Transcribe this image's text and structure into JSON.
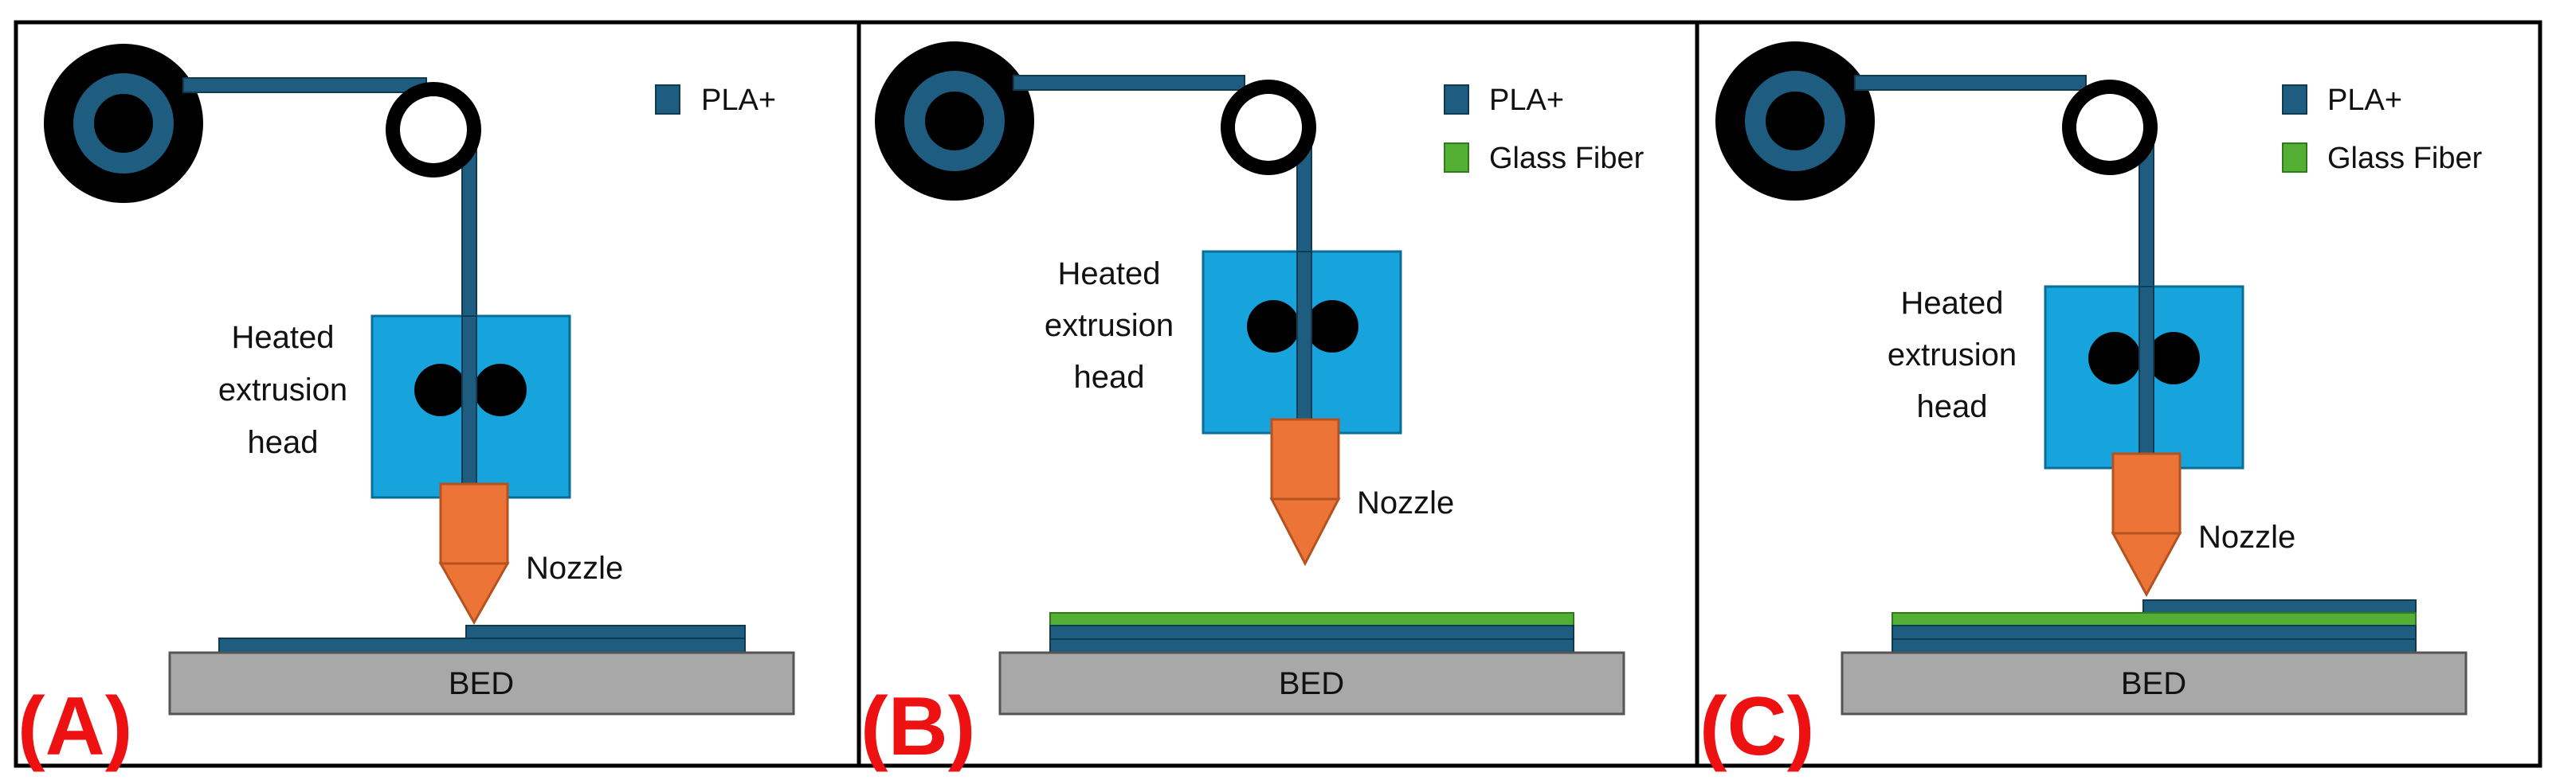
{
  "colors": {
    "pla": "#1f5d80",
    "glass": "#54b034",
    "head": "#17a3dc",
    "nozzle": "#ec7436",
    "spool": "#000000",
    "bed": "#a8a8a8",
    "frame": "#000000",
    "tag": "#ee1111"
  },
  "panels": [
    {
      "tag": "(A)",
      "legend": [
        {
          "label": "PLA+",
          "color": "#1f5d80"
        }
      ],
      "head_label": [
        "Heated",
        "extrusion",
        "head"
      ],
      "nozzle_label": "Nozzle",
      "bed_label": "BED",
      "layers": [
        "PLA+ base layer",
        "PLA+ partial layer being deposited"
      ]
    },
    {
      "tag": "(B)",
      "legend": [
        {
          "label": "PLA+",
          "color": "#1f5d80"
        },
        {
          "label": "Glass Fiber",
          "color": "#54b034"
        }
      ],
      "head_label": [
        "Heated",
        "extrusion",
        "head"
      ],
      "nozzle_label": "Nozzle",
      "bed_label": "BED",
      "layers": [
        "PLA+",
        "PLA+",
        "Glass Fiber"
      ]
    },
    {
      "tag": "(C)",
      "legend": [
        {
          "label": "PLA+",
          "color": "#1f5d80"
        },
        {
          "label": "Glass Fiber",
          "color": "#54b034"
        }
      ],
      "head_label": [
        "Heated",
        "extrusion",
        "head"
      ],
      "nozzle_label": "Nozzle",
      "bed_label": "BED",
      "layers": [
        "PLA+",
        "PLA+",
        "Glass Fiber",
        "PLA+ partial layer being deposited"
      ]
    }
  ]
}
